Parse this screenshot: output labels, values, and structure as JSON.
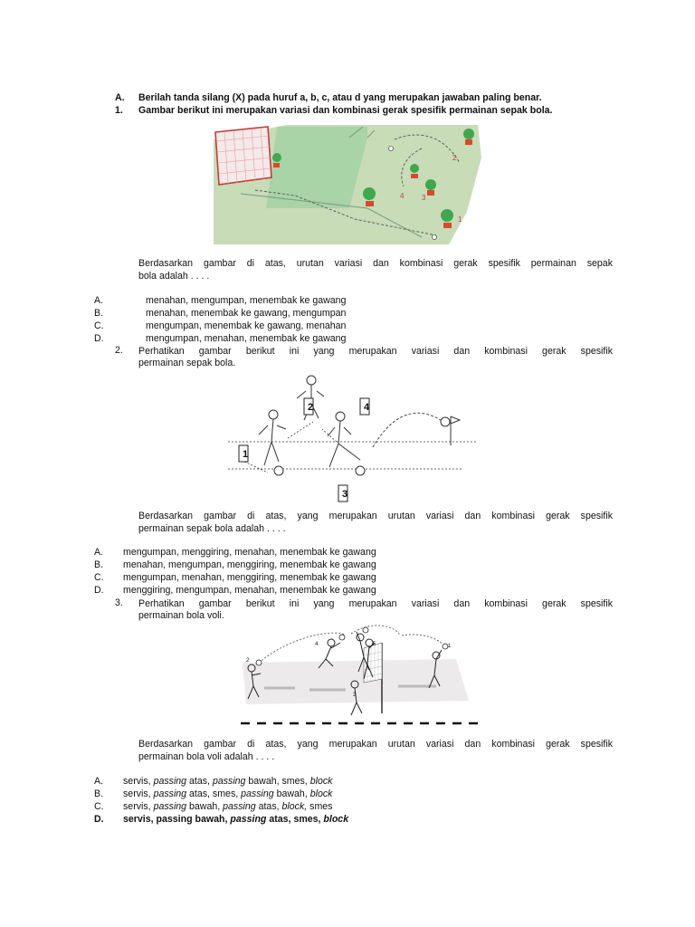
{
  "section": {
    "label": "A.",
    "instruction": "Berilah tanda silang (X) pada huruf a, b, c, atau d yang merupakan jawaban paling benar."
  },
  "questions": [
    {
      "number": "1.",
      "prompt": "Gambar berikut ini merupakan variasi dan kombinasi gerak spesifik permainan sepak bola.",
      "figure_labels": [
        "1",
        "2",
        "3",
        "4"
      ],
      "stem_line1": "Berdasarkan gambar di atas, urutan variasi dan kombinasi gerak spesifik permainan sepak",
      "stem_line2": "bola adalah . . . .",
      "options": [
        {
          "letter": "A.",
          "text": "menahan, mengumpan, menembak ke gawang"
        },
        {
          "letter": "B.",
          "text": "menahan, menembak ke gawang, mengumpan"
        },
        {
          "letter": "C.",
          "text": "mengumpan, menembak ke gawang, menahan"
        },
        {
          "letter": "D.",
          "text": "mengumpan, menahan, menembak ke gawang"
        }
      ]
    },
    {
      "number": "2.",
      "prompt_line1": "Perhatikan gambar berikut ini yang merupakan variasi dan kombinasi gerak spesifik",
      "prompt_line2": "permainan sepak bola.",
      "figure_labels": [
        "1",
        "2",
        "3",
        "4"
      ],
      "stem_line1": "Berdasarkan gambar di atas, yang merupakan urutan variasi dan kombinasi gerak spesifik",
      "stem_line2": "permainan sepak bola adalah . . . .",
      "options": [
        {
          "letter": "A.",
          "text": "mengumpan, menggiring, menahan, menembak ke gawang"
        },
        {
          "letter": "B.",
          "text": "menahan, mengumpan, menggiring, menembak ke gawang"
        },
        {
          "letter": "C.",
          "text": "mengumpan, menahan, menggiring, menembak ke gawang"
        },
        {
          "letter": "D.",
          "text": "menggiring, mengumpan, menahan, menembak ke gawang"
        }
      ]
    },
    {
      "number": "3.",
      "prompt_line1": "Perhatikan gambar berikut ini yang merupakan variasi dan kombinasi gerak spesifik",
      "prompt_line2": "permainan bola voli.",
      "figure_labels": [
        "1",
        "2",
        "3",
        "4",
        "5"
      ],
      "stem_line1": "Berdasarkan gambar di atas, yang merupakan urutan variasi dan kombinasi gerak spesifik",
      "stem_line2": "permainan bola voli adalah . . . .",
      "options": [
        {
          "letter": "A.",
          "parts": [
            "servis, ",
            "passing",
            " atas, ",
            "passing",
            " bawah, smes, ",
            "block"
          ]
        },
        {
          "letter": "B.",
          "parts": [
            "servis, ",
            "passing",
            " atas, smes, ",
            "passing",
            " bawah, ",
            "block"
          ]
        },
        {
          "letter": "C.",
          "parts": [
            "servis, ",
            "passing",
            " bawah, ",
            "passing",
            " atas, ",
            "block,",
            " smes"
          ]
        },
        {
          "letter": "D.",
          "parts": [
            "servis, passing bawah, ",
            "passing",
            " atas, smes, ",
            "block"
          ]
        }
      ]
    }
  ]
}
